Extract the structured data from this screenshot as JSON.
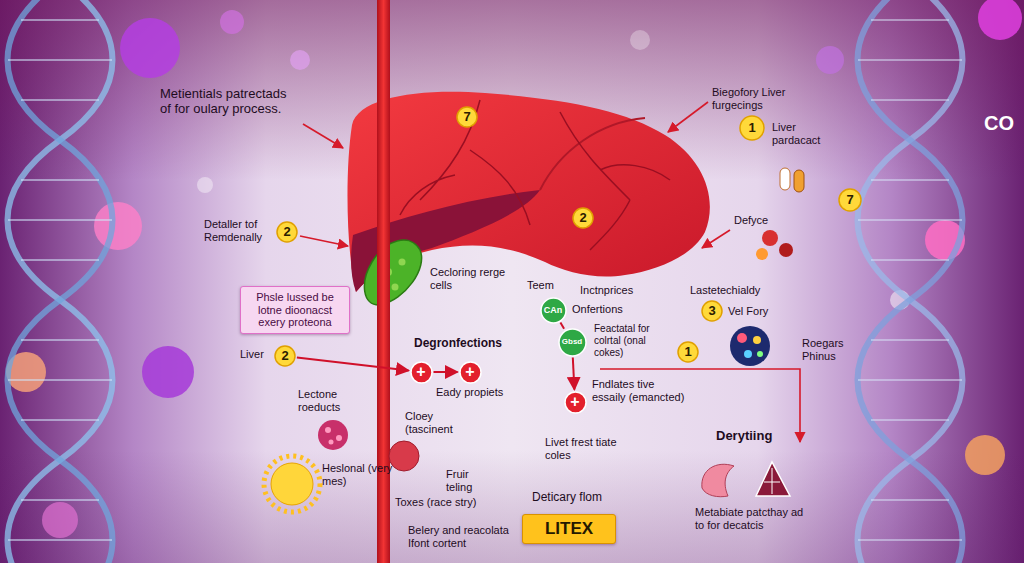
{
  "diagram": {
    "nodes": [
      {
        "text": [
          "7"
        ]
      },
      {
        "text": [
          "1"
        ]
      },
      {
        "text": [
          "7"
        ]
      },
      {
        "text": [
          "2"
        ]
      },
      {
        "text": [
          "2"
        ]
      },
      {
        "text": [
          "Phsle lussed be lotne dioonacst exery proteona"
        ]
      },
      {
        "text": [
          "CAn"
        ]
      },
      {
        "text": [
          "3"
        ]
      },
      {
        "text": [
          "+"
        ]
      },
      {
        "text": [
          "+"
        ]
      },
      {
        "text": [
          "Gbsd"
        ]
      },
      {
        "text": [
          "1"
        ]
      },
      {
        "text": [
          "2"
        ]
      },
      {
        "text": [
          "+"
        ]
      },
      {
        "text": [
          "LITEX"
        ]
      }
    ],
    "edges": [
      {
        "from": 12,
        "to": 8,
        "arrow": "to"
      },
      {
        "from": 8,
        "to": 9,
        "arrow": "to"
      },
      {
        "from": 6,
        "to": 10,
        "arrow": "none"
      },
      {
        "from": 10,
        "to": 13,
        "arrow": "to"
      }
    ],
    "labels": [
      "Metientials patrectads of for oulary process.",
      "Biegofory Liver furgecings",
      "Liver pardacact",
      "Defyce",
      "Detaller tof Remdenally",
      "Cecloring rerge cells",
      "Teem",
      "Inctnprices",
      "Lastetechialdy",
      "Onfertions",
      "Vel Fory",
      "Feactatal for colrtal (onal cokes)",
      "Degronfections",
      "Roegars Phinus",
      "Liver",
      "Fndlates tive essaily (emancted)",
      "Eady propiets",
      "Lectone roeducts",
      "Cloey (tascinent",
      "Derytiing",
      "Livet frest tiate coles",
      "Heslonal (very mes)",
      "Fruir teling",
      "Deticary flom",
      "Toxes (race stry)",
      "Metabiate patcthay ad to for decatcis",
      "Belery and reacolata Ifont cortent",
      "CO"
    ]
  }
}
